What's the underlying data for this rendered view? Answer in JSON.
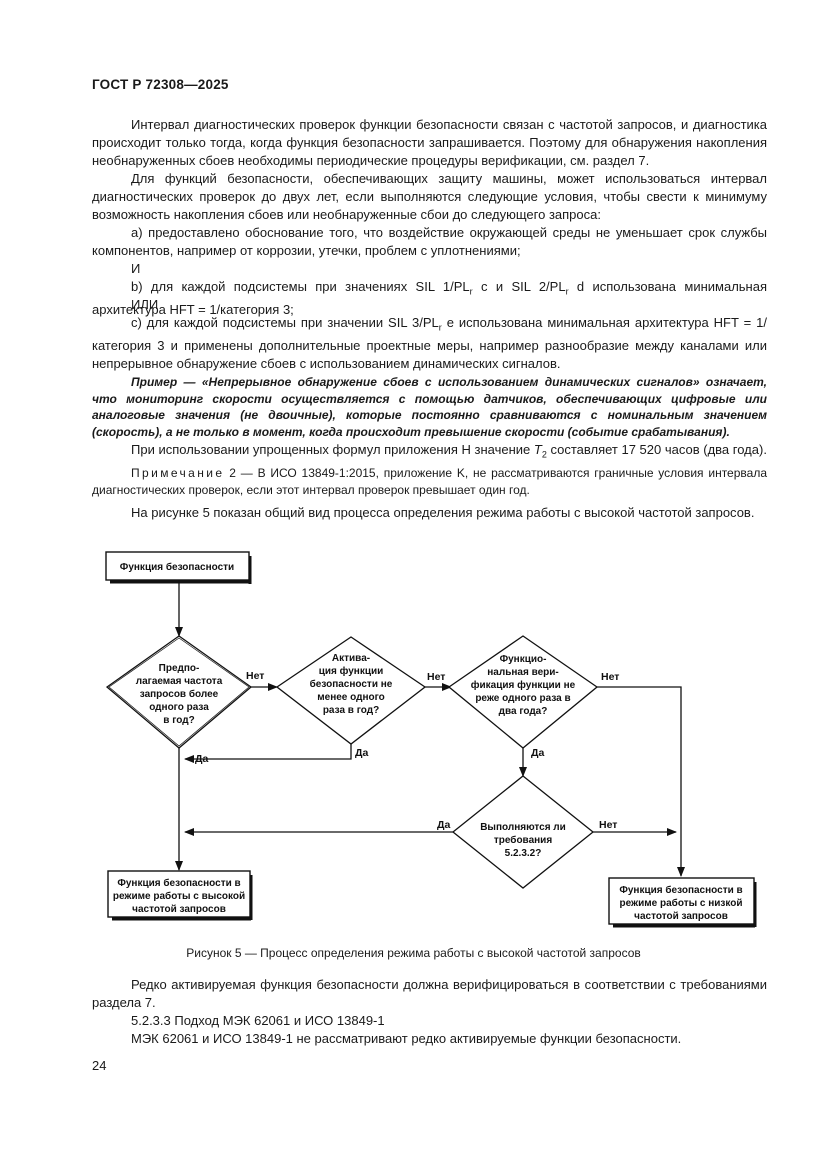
{
  "header": "ГОСТ Р 72308—2025",
  "para1": "Интервал диагностических проверок функции безопасности связан с частотой запросов, и диагностика происходит только тогда, когда функция безопасности запрашивается. Поэтому для обнаружения накопления необнаруженных сбоев необходимы периодические процедуры верификации, см. раздел 7.",
  "para2": "Для функций безопасности, обеспечивающих защиту машины, может использоваться интервал диагностических проверок до двух лет, если выполняются следующие условия, чтобы свести к минимуму возможность накопления сбоев или необнаруженные сбои до следующего запроса:",
  "cond_a": "а) предоставлено обоснование того, что воздействие окружающей среды не уменьшает срок службы компонентов, например от коррозии, утечки, проблем с уплотнениями;",
  "and_word": "И",
  "cond_b": {
    "pre": "b) для каждой подсистемы при значениях SIL 1/PL",
    "sub1": "r",
    "mid": " с и SIL 2/PL",
    "sub2": "r",
    "post": " d использована минимальная архитектура HFT = 1/категория 3;"
  },
  "or_word": "ИЛИ",
  "cond_c": {
    "pre": "с) для каждой подсистемы при значении SIL 3/PL",
    "sub": "r",
    "post": " е использована минимальная архитектура HFT = 1/категория 3 и применены дополнительные проектные меры, например разнообразие между каналами или непрерывное обнаружение сбоев с использованием динамических сигналов."
  },
  "example": "Пример — «Непрерывное обнаружение сбоев с использованием динамических сигналов» означает, что мониторинг скорости осуществляется с помощью датчиков, обеспечивающих цифровые или аналоговые значения (не двоичные), которые постоянно сравниваются с номинальным значением (скорость), а не только в момент, когда происходит превышение скорости (событие срабатывания).",
  "t2_para": {
    "pre": "При использовании упрощенных формул приложения H значение ",
    "var": "T",
    "sub": "2",
    "post": " составляет 17 520 часов (два года)."
  },
  "note": {
    "label": "Примечание",
    "text": " 2 — В ИСО 13849-1:2015, приложение K, не рассматриваются граничные условия интервала диагностических проверок, если этот интервал проверок превышает один год."
  },
  "fig_intro": "На рисунке 5 показан общий вид процесса определения режима работы с высокой частотой запросов.",
  "flowchart": {
    "start": "Функция безопасности",
    "d1": [
      "Предпо-",
      "лагаемая  частота",
      "запросов более",
      "одного раза",
      "в год?"
    ],
    "d2": [
      "Актива-",
      "ция функции",
      "безопасности не",
      "менее одного",
      "раза в год?"
    ],
    "d3": [
      "Функцио-",
      "нальная вери-",
      "фикация функции не",
      "реже одного раза в",
      "два года?"
    ],
    "d4": [
      "Выполняются ли",
      "требования",
      "5.2.3.2?"
    ],
    "high": [
      "Функция безопасности в",
      "режиме работы с высокой",
      "частотой запросов"
    ],
    "low": [
      "Функция безопасности в",
      "режиме работы с низкой",
      "частотой запросов"
    ],
    "yes": "Да",
    "no": "Нет"
  },
  "caption": "Рисунок 5 — Процесс определения режима работы с высокой частотой запросов",
  "after1": "Редко активируемая функция безопасности должна верифицироваться в соответствии с требованиями раздела 7.",
  "section": "5.2.3.3 Подход МЭК 62061 и ИСО 13849-1",
  "after2": "МЭК 62061 и ИСО 13849-1 не рассматривают редко активируемые функции безопасности.",
  "page_number": "24"
}
